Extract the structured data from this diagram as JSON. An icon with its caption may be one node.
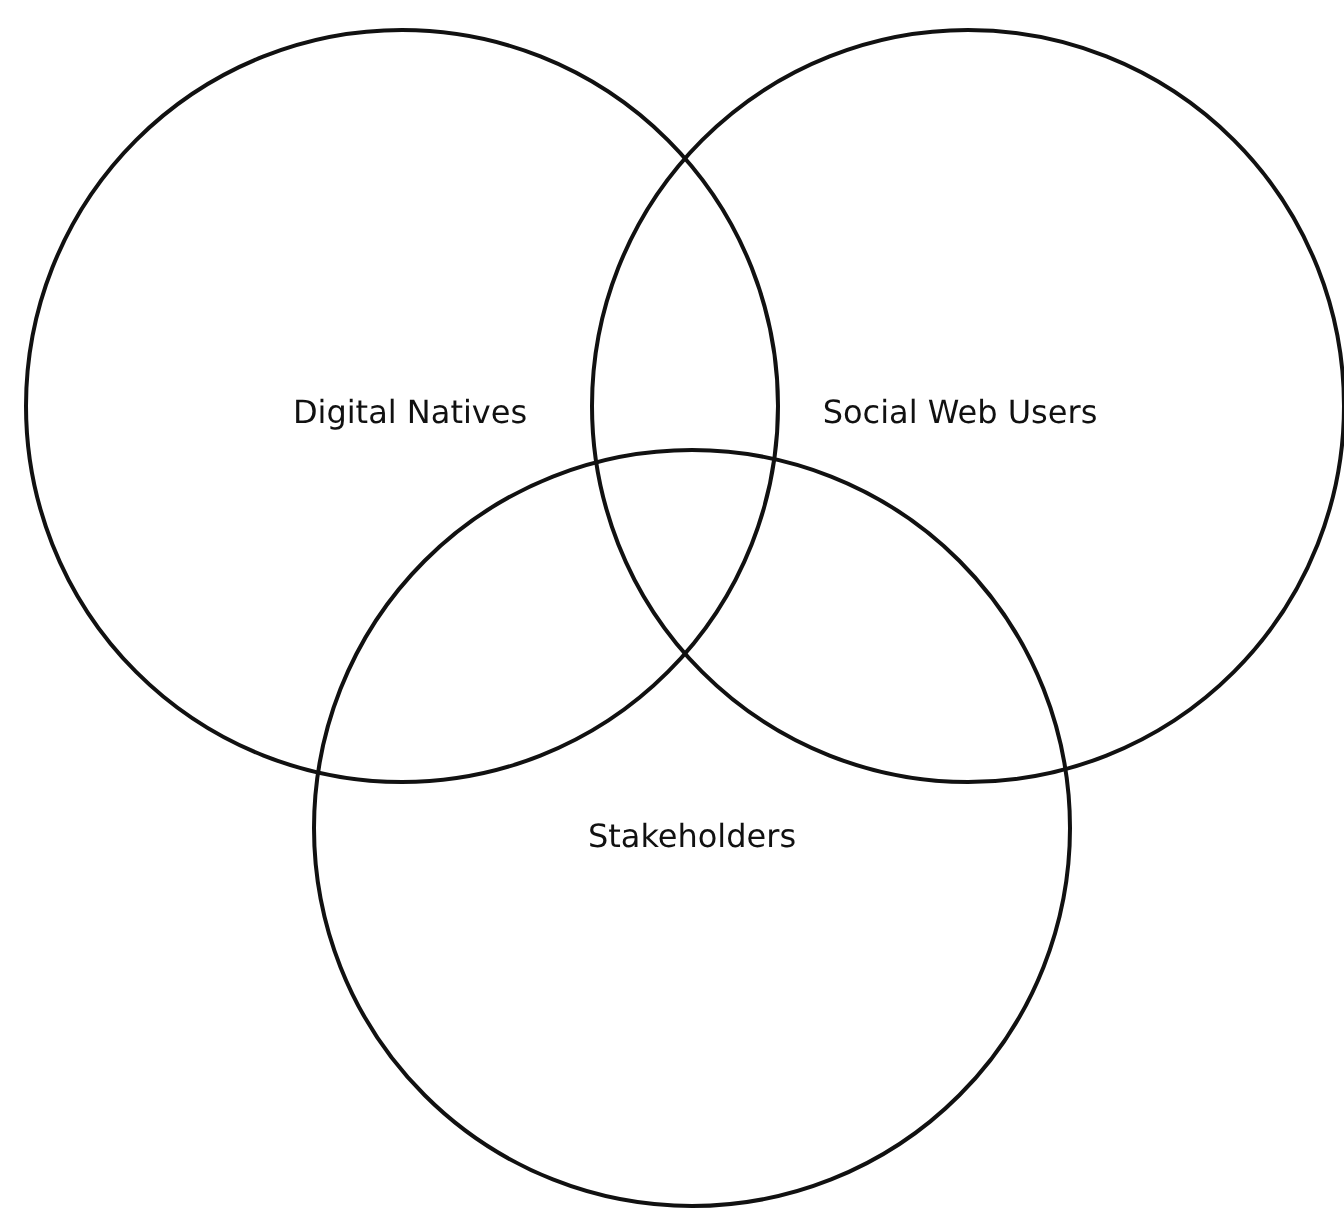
{
  "diagram": {
    "nodes": [
      {
        "text": [
          "Digital Natives"
        ]
      },
      {
        "text": [
          "Social Web Users"
        ]
      },
      {
        "text": [
          "Stakeholders"
        ]
      }
    ]
  }
}
